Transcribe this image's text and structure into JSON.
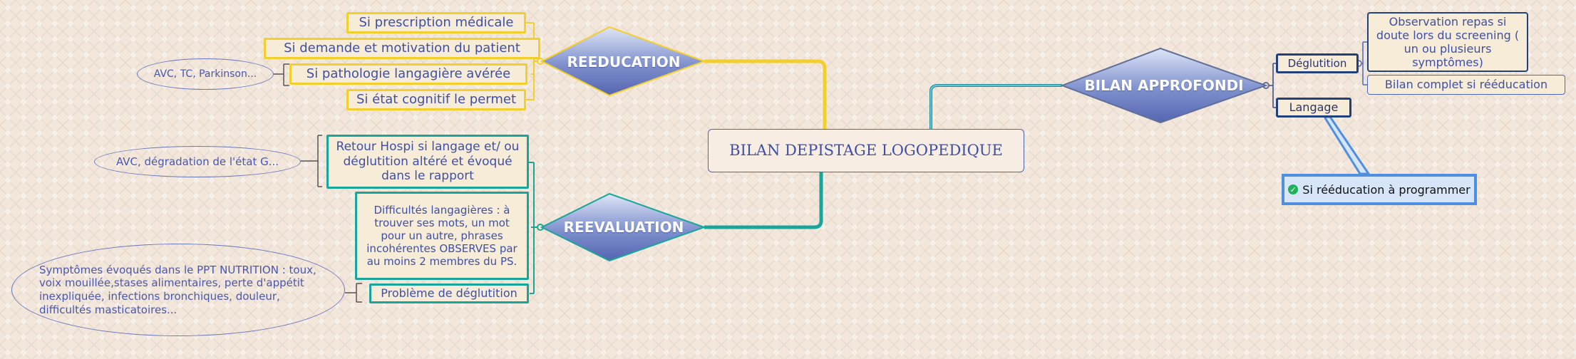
{
  "central": {
    "label": "BILAN DEPISTAGE LOGOPEDIQUE"
  },
  "reeducation": {
    "label": "REEDUCATION",
    "items": [
      "Si prescription médicale",
      "Si demande et motivation du patient",
      "Si pathologie langagière avérée",
      "Si état cognitif le permet"
    ],
    "note": "AVC, TC,  Parkinson..."
  },
  "reevaluation": {
    "label": "REEVALUATION",
    "items": [
      "Retour Hospi si langage et/ ou déglutition altéré et évoqué dans le rapport",
      "Difficultés langagières : à trouver ses mots, un mot pour un autre, phrases incohérentes OBSERVES par au moins 2 membres du PS.",
      "Problème de déglutition"
    ],
    "note1": "AVC, dégradation de l'état G...",
    "note2": "Symptômes évoqués dans le PPT NUTRITION : toux, voix mouillée,stases alimentaires, perte d'appétit inexpliquée, infections bronchiques, douleur, difficultés masticatoires..."
  },
  "bilan": {
    "label": "BILAN APPROFONDI",
    "deglutition": {
      "label": "Déglutition",
      "sub": [
        "Observation repas si doute lors du screening ( un ou plusieurs symptômes)",
        "Bilan complet si rééducation"
      ]
    },
    "langage": {
      "label": "Langage"
    },
    "callout": "Si rééducation à programmer"
  },
  "colors": {
    "yellow": "#f3cf2d",
    "teal": "#1aa59a",
    "navy": "#22417a",
    "diamond": "#5e6fb8",
    "callout": "#4e8fe0"
  }
}
